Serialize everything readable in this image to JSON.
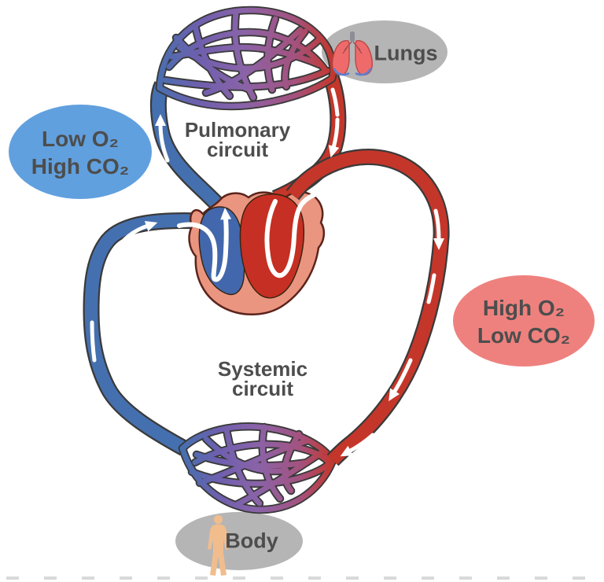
{
  "diagram": {
    "pulmonary_circuit_label": [
      "Pulmonary",
      "circuit"
    ],
    "systemic_circuit_label": [
      "Systemic",
      "circuit"
    ],
    "lungs_label": "Lungs",
    "body_label": "Body",
    "venous_blood_badge": [
      "Low O₂",
      "High CO₂"
    ],
    "arterial_blood_badge": [
      "High O₂",
      "Low CO₂"
    ]
  },
  "colors": {
    "vessel_blue": "#4570af",
    "vessel_red": "#c5362a",
    "mesh_violet": "#6e5fae",
    "mesh_purple": "#8a63a8",
    "mesh_magenta": "#a4527e",
    "chamber_blue": "#4267ac",
    "chamber_red": "#c62f23",
    "heart_fill": "#ea9580",
    "heart_outline": "#5c241c",
    "badge_blue": "#61a0de",
    "badge_red": "#ee817e",
    "badge_gray": "#b5b5b5",
    "label_text": "#4d4d4d",
    "arrow_white": "#ffffff",
    "lungs_pink": "#ef6b6b",
    "lungs_blue": "#5b7fd4",
    "body_peach": "#f1bd8d"
  }
}
